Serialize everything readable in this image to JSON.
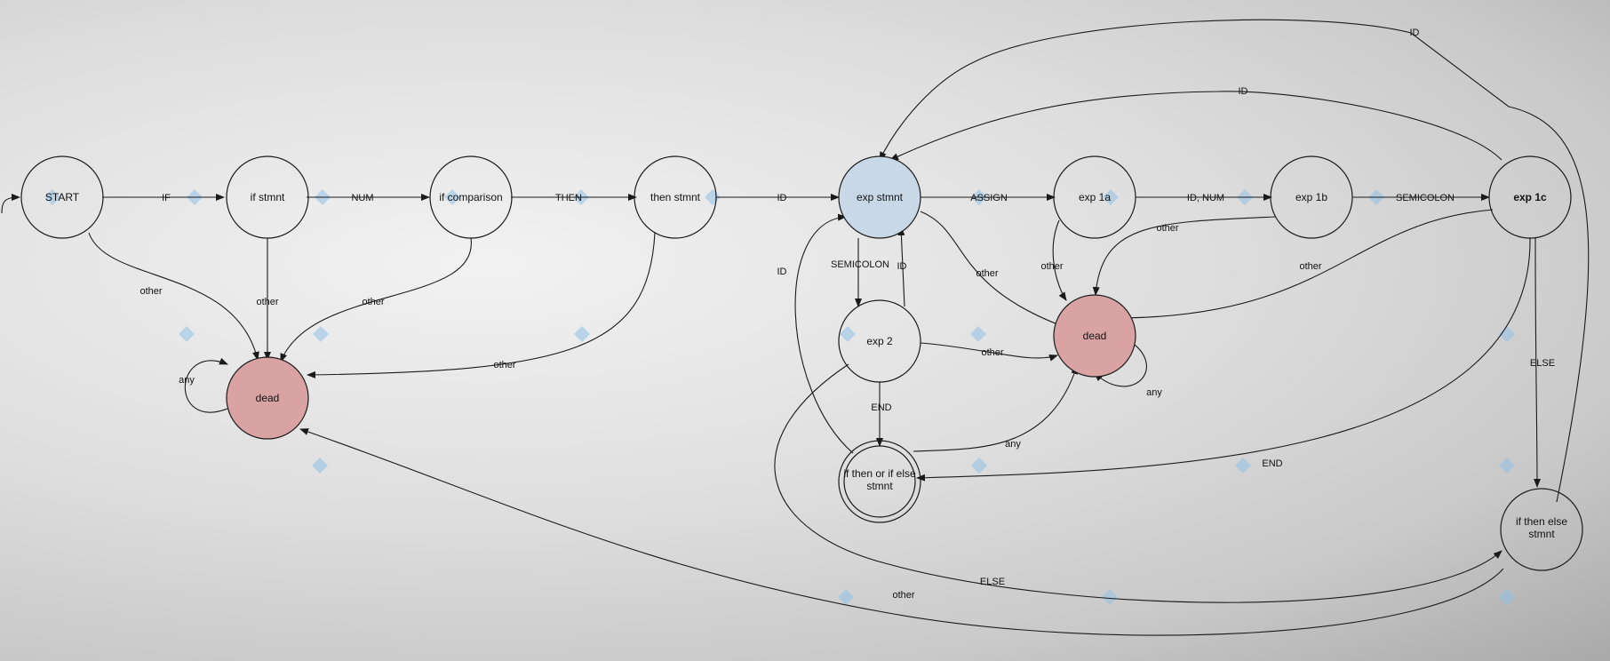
{
  "colors": {
    "dead_fill": "#d9a3a3",
    "active_fill": "#c8d8e6",
    "node_stroke": "#1a1a1a",
    "watermark": "#8fc0e8"
  },
  "nodes": [
    {
      "id": "start",
      "label": "START",
      "lines": [
        "START"
      ]
    },
    {
      "id": "if_stmnt",
      "label": "if stmnt",
      "lines": [
        "if stmnt"
      ]
    },
    {
      "id": "if_comparison",
      "label": "if comparison",
      "lines": [
        "if comparison"
      ]
    },
    {
      "id": "then_stmnt",
      "label": "then stmnt",
      "lines": [
        "then stmnt"
      ]
    },
    {
      "id": "exp_stmnt",
      "label": "exp stmnt",
      "lines": [
        "exp stmnt"
      ]
    },
    {
      "id": "exp_1a",
      "label": "exp 1a",
      "lines": [
        "exp 1a"
      ]
    },
    {
      "id": "exp_1b",
      "label": "exp 1b",
      "lines": [
        "exp 1b"
      ]
    },
    {
      "id": "exp_1c",
      "label": "exp 1c",
      "lines": [
        "exp 1c"
      ]
    },
    {
      "id": "dead_left",
      "label": "dead",
      "lines": [
        "dead"
      ]
    },
    {
      "id": "exp_2",
      "label": "exp 2",
      "lines": [
        "exp 2"
      ]
    },
    {
      "id": "dead_right",
      "label": "dead",
      "lines": [
        "dead"
      ]
    },
    {
      "id": "if_then_or_else",
      "label": "if then or if else stmnt",
      "lines": [
        "if then or if else",
        "stmnt"
      ]
    },
    {
      "id": "if_then_else",
      "label": "if then else stmnt",
      "lines": [
        "if then else",
        "stmnt"
      ]
    }
  ],
  "edges": [
    {
      "id": "e_start_if",
      "label": "IF"
    },
    {
      "id": "e_if_num",
      "label": "NUM"
    },
    {
      "id": "e_cmp_then",
      "label": "THEN"
    },
    {
      "id": "e_then_id",
      "label": "ID"
    },
    {
      "id": "e_exp_assign",
      "label": "ASSIGN"
    },
    {
      "id": "e_1a_idnum",
      "label": "ID, NUM"
    },
    {
      "id": "e_1b_semi",
      "label": "SEMICOLON"
    },
    {
      "id": "e_start_dead",
      "label": "other"
    },
    {
      "id": "e_if_dead",
      "label": "other"
    },
    {
      "id": "e_cmp_dead",
      "label": "other"
    },
    {
      "id": "e_then_dead",
      "label": "other"
    },
    {
      "id": "e_deadleft_any",
      "label": "any"
    },
    {
      "id": "e_exp_semi",
      "label": "SEMICOLON"
    },
    {
      "id": "e_exp2_id",
      "label": "ID"
    },
    {
      "id": "e_ito_id",
      "label": "ID"
    },
    {
      "id": "e_exp_deadr",
      "label": "other"
    },
    {
      "id": "e_1a_deadr",
      "label": "other"
    },
    {
      "id": "e_1b_deadr",
      "label": "other"
    },
    {
      "id": "e_1c_deadr",
      "label": "other"
    },
    {
      "id": "e_exp2_deadr",
      "label": "other"
    },
    {
      "id": "e_deadright_any",
      "label": "any"
    },
    {
      "id": "e_ito_any",
      "label": "any"
    },
    {
      "id": "e_exp2_end",
      "label": "END"
    },
    {
      "id": "e_1c_end",
      "label": "END"
    },
    {
      "id": "e_1c_else",
      "label": "ELSE"
    },
    {
      "id": "e_1c_id",
      "label": "ID"
    },
    {
      "id": "e_ite_id",
      "label": "ID"
    },
    {
      "id": "e_exp2_else",
      "label": "ELSE"
    },
    {
      "id": "e_ite_other",
      "label": "other"
    }
  ]
}
